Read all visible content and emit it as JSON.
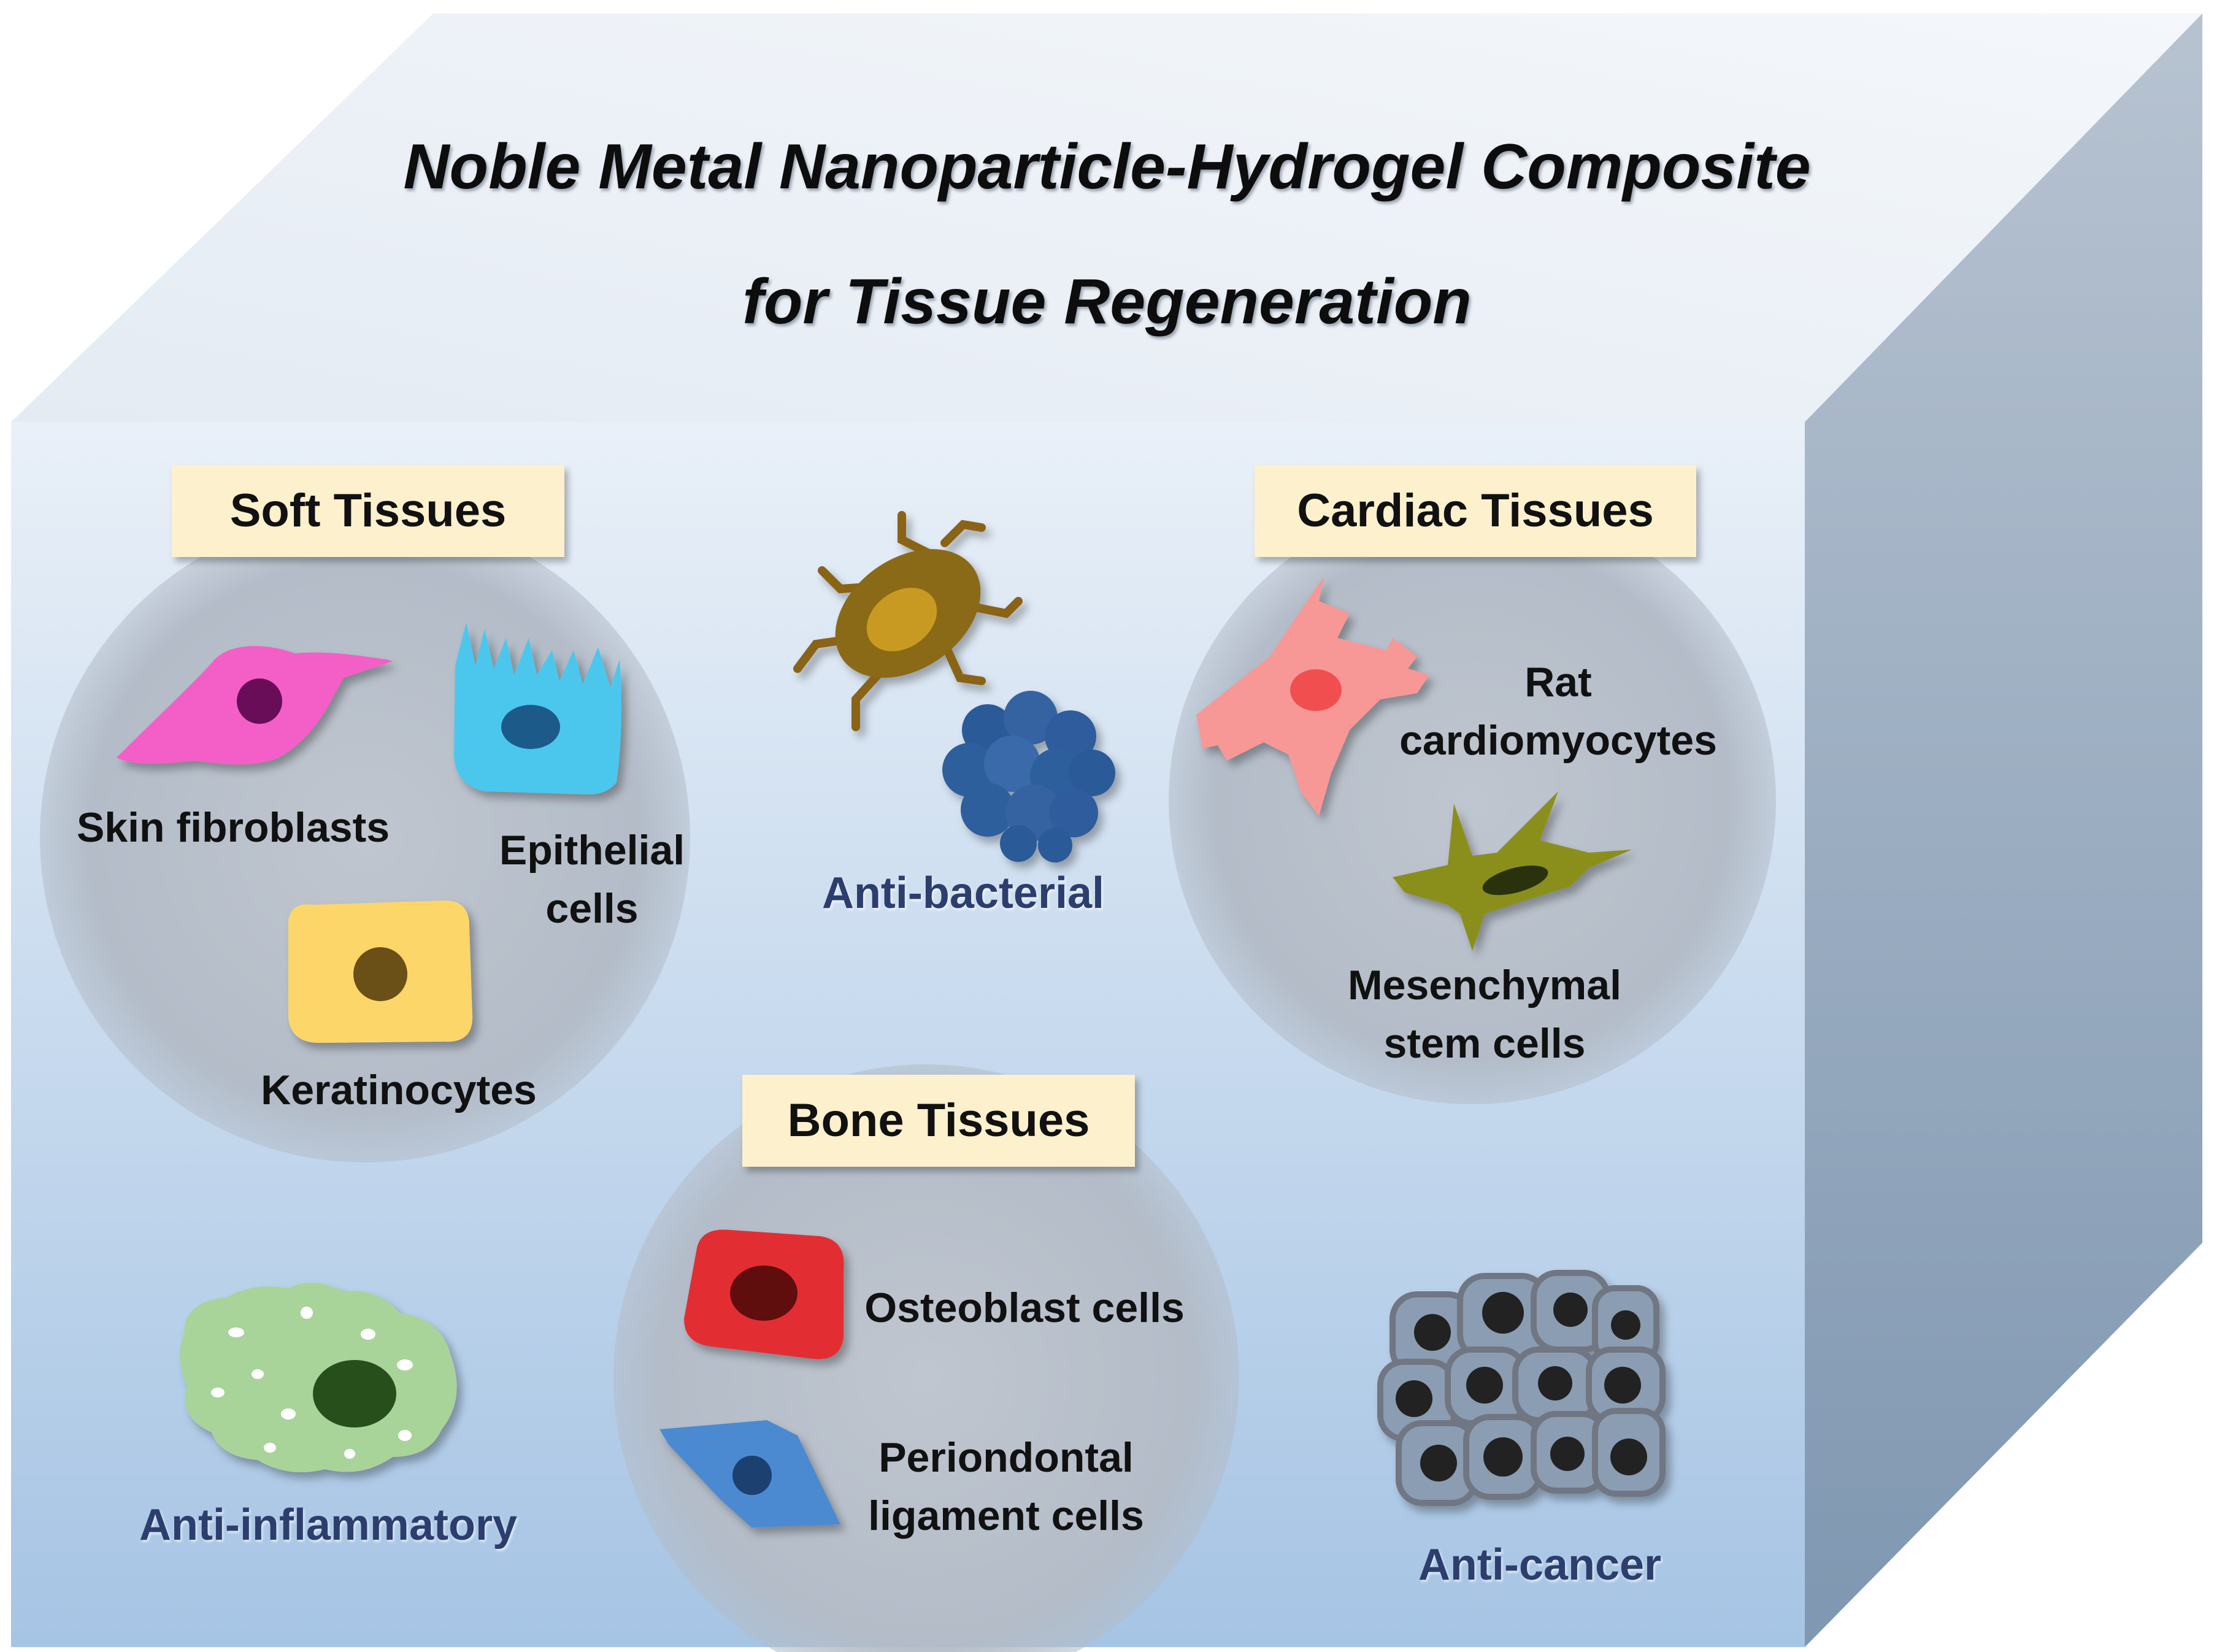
{
  "title": {
    "line1": "Noble Metal Nanoparticle-Hydrogel Composite",
    "line2": "for Tissue Regeneration"
  },
  "soft_tissues": {
    "heading": "Soft Tissues",
    "cells": {
      "skin_fibroblasts": "Skin fibroblasts",
      "epithelial_line1": "Epithelial",
      "epithelial_line2": "cells",
      "keratinocytes": "Keratinocytes"
    }
  },
  "cardiac_tissues": {
    "heading": "Cardiac Tissues",
    "cells": {
      "rat_line1": "Rat",
      "rat_line2": "cardiomyocytes",
      "msc_line1": "Mesenchymal",
      "msc_line2": "stem cells"
    }
  },
  "bone_tissues": {
    "heading": "Bone Tissues",
    "cells": {
      "osteoblast": "Osteoblast cells",
      "pdl_line1": "Periondontal",
      "pdl_line2": "ligament cells"
    }
  },
  "functions": {
    "antibacterial": "Anti-bacterial",
    "antiinflammatory": "Anti-inflammatory",
    "anticancer": "Anti-cancer"
  },
  "colors": {
    "front_face_top": "#eef4fa",
    "front_face_bottom": "#a9c7e6",
    "top_face": "#e8eef5",
    "side_face": "#8aa0b8",
    "tissue_circle": "#b9c1cc",
    "label_box": "#fdf0cd",
    "function_text": "#2c3e6e"
  }
}
